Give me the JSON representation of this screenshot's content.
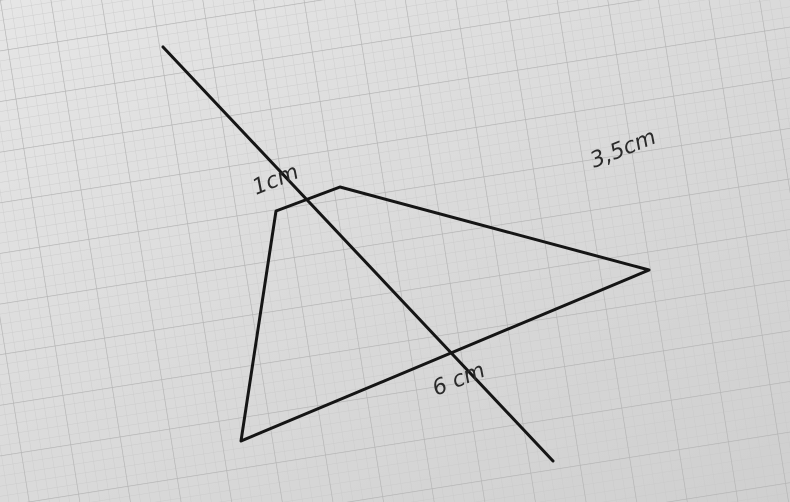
{
  "photo": {
    "paper_color": "#dcdcdc",
    "grid_color": "#b9b9b9",
    "ink_color": "#141414",
    "labels": {
      "top": "1cm",
      "right": "3,5cm",
      "bottom": "6 cm"
    }
  }
}
